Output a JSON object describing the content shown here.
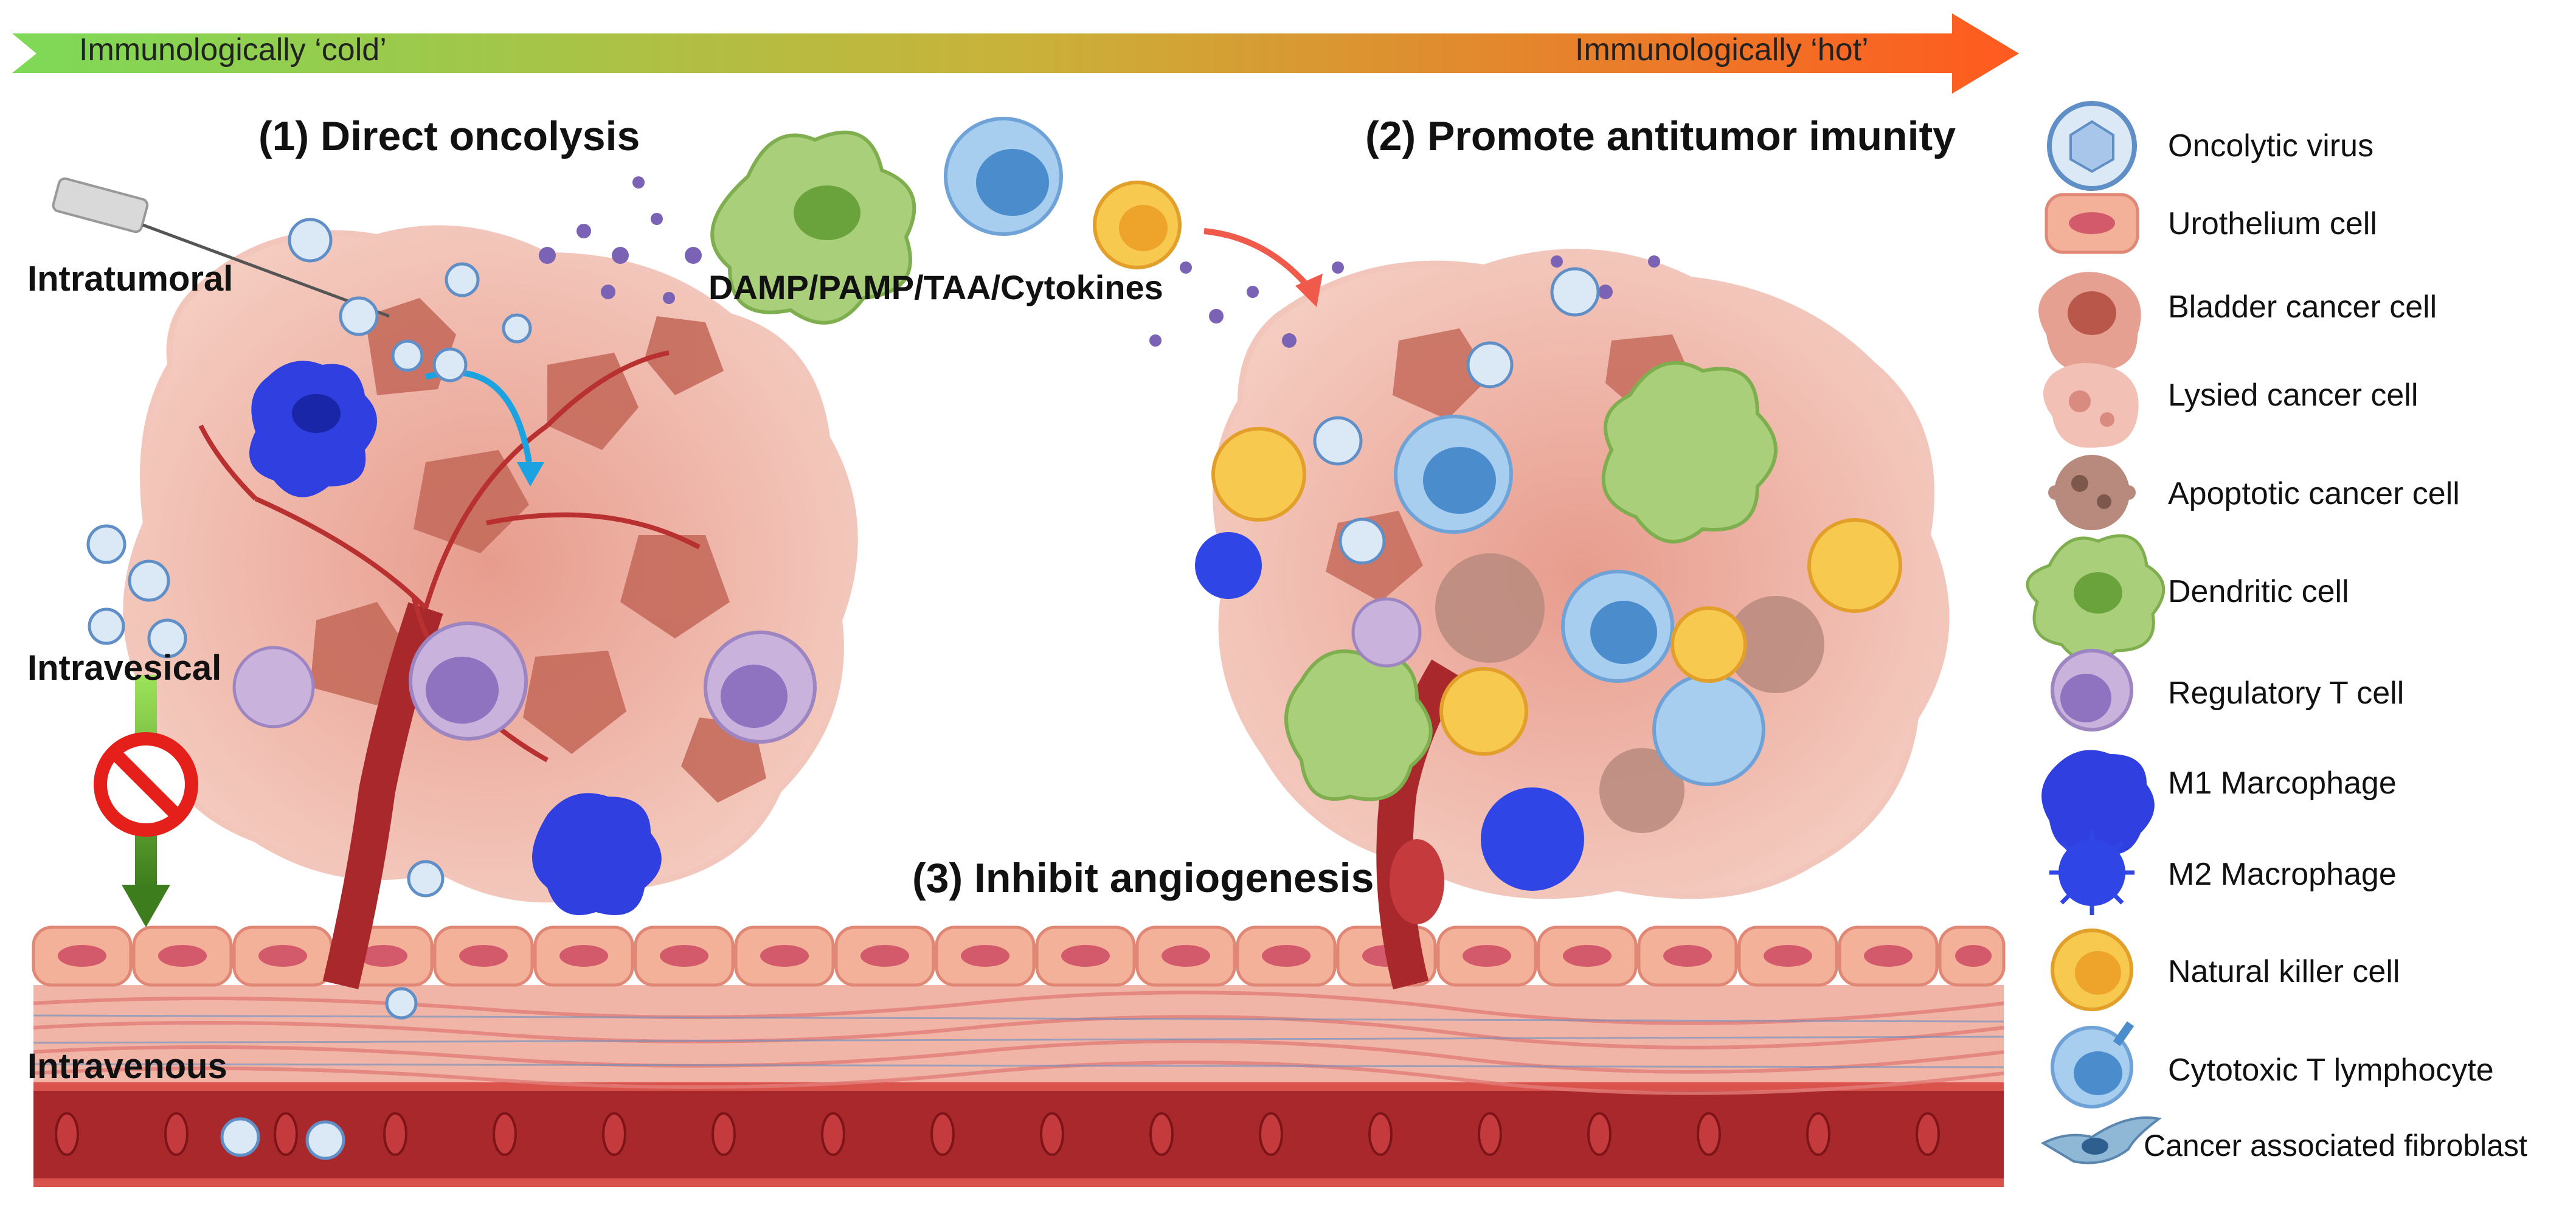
{
  "gradient": {
    "left_label": "Immunologically ‘cold’",
    "right_label": "Immunologically ‘hot’",
    "start_color": "#7ed957",
    "end_color": "#ff5a1f"
  },
  "sections": {
    "direct_oncolysis": "(1) Direct oncolysis",
    "antitumor_immunity": "(2) Promote antitumor imunity",
    "angiogenesis": "(3) Inhibit angiogenesis",
    "release_label": "DAMP/PAMP/TAA/Cytokines"
  },
  "routes": {
    "intratumoral": "Intratumoral",
    "intravesical": "Intravesical",
    "intravenous": "Intravenous"
  },
  "legend": [
    {
      "label": "Oncolytic virus",
      "icon": "oncolytic-virus-icon",
      "color": "#8fb3d9"
    },
    {
      "label": "Urothelium cell",
      "icon": "urothelium-cell-icon",
      "color": "#f4b6a2"
    },
    {
      "label": "Bladder cancer cell",
      "icon": "bladder-cancer-cell-icon",
      "color": "#e6a092"
    },
    {
      "label": "Lysied cancer cell",
      "icon": "lysed-cancer-cell-icon",
      "color": "#f2c0b4"
    },
    {
      "label": "Apoptotic cancer cell",
      "icon": "apoptotic-cancer-cell-icon",
      "color": "#b88a7e"
    },
    {
      "label": "Dendritic cell",
      "icon": "dendritic-cell-icon",
      "color": "#a9cf7b"
    },
    {
      "label": "Regulatory T cell",
      "icon": "regulatory-t-cell-icon",
      "color": "#c9b3dd"
    },
    {
      "label": "M1 Marcophage",
      "icon": "m1-macrophage-icon",
      "color": "#2f3fe0"
    },
    {
      "label": "M2 Macrophage",
      "icon": "m2-macrophage-icon",
      "color": "#3045e6"
    },
    {
      "label": "Natural killer cell",
      "icon": "natural-killer-cell-icon",
      "color": "#f7c94f"
    },
    {
      "label": "Cytotoxic T lymphocyte",
      "icon": "cytotoxic-t-lymphocyte-icon",
      "color": "#a7cdef"
    },
    {
      "label": "Cancer associated fibroblast",
      "icon": "cancer-associated-fibroblast-icon",
      "color": "#8fb8d6"
    }
  ],
  "colors": {
    "tumor": "#eba596",
    "tumor_dark": "#c56b5c",
    "vessel": "#a8282b",
    "urothelium": "#f3b19a",
    "nucleus": "#d25a6a",
    "prohibit": "#e5201a"
  }
}
